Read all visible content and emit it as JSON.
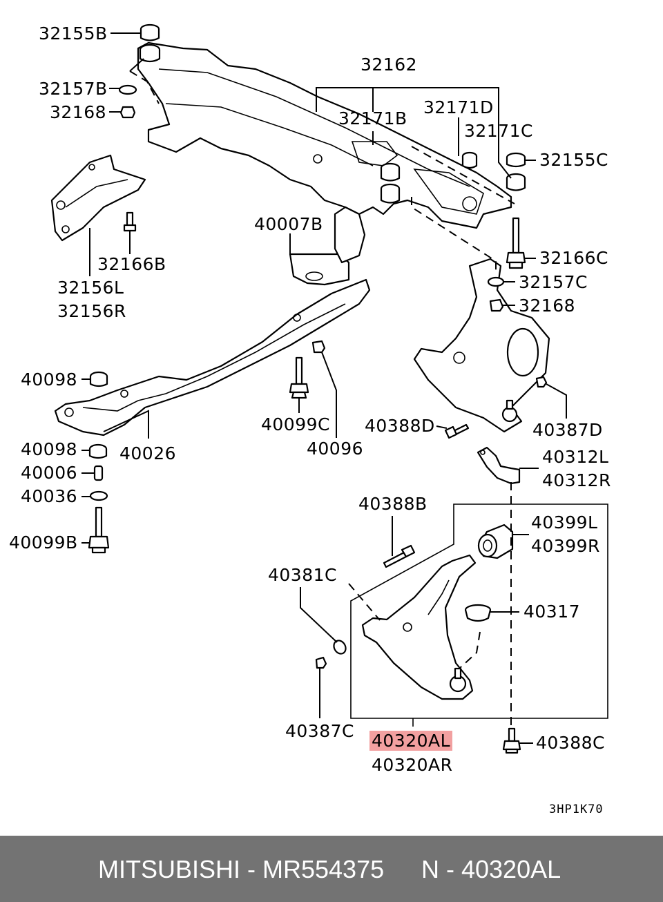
{
  "labels": {
    "p32155B": "32155B",
    "p32162": "32162",
    "p32157B": "32157B",
    "p32168a": "32168",
    "p32171D": "32171D",
    "p32171B": "32171B",
    "p32171C": "32171C",
    "p32155C": "32155C",
    "p40007B": "40007B",
    "p32166B": "32166B",
    "p32156L": "32156L",
    "p32156R": "32156R",
    "p32166C": "32166C",
    "p32157C": "32157C",
    "p32168b": "32168",
    "p40098a": "40098",
    "p40099C": "40099C",
    "p40096": "40096",
    "p40388D": "40388D",
    "p40387D": "40387D",
    "p40098b": "40098",
    "p40026": "40026",
    "p40006": "40006",
    "p40036": "40036",
    "p40099B": "40099B",
    "p40312L": "40312L",
    "p40312R": "40312R",
    "p40388B": "40388B",
    "p40399L": "40399L",
    "p40399R": "40399R",
    "p40381C": "40381C",
    "p40317": "40317",
    "p40387C": "40387C",
    "p40320AL": "40320AL",
    "p40320AR": "40320AR",
    "p40388C": "40388C"
  },
  "diagram_code": "3HP1K70",
  "footer": {
    "brand_part": "MITSUBISHI - MR554375",
    "ref_part": "N - 40320AL"
  },
  "colors": {
    "highlight": "#f2a0a0",
    "footer_bg": "#737373",
    "footer_text": "#ffffff"
  }
}
